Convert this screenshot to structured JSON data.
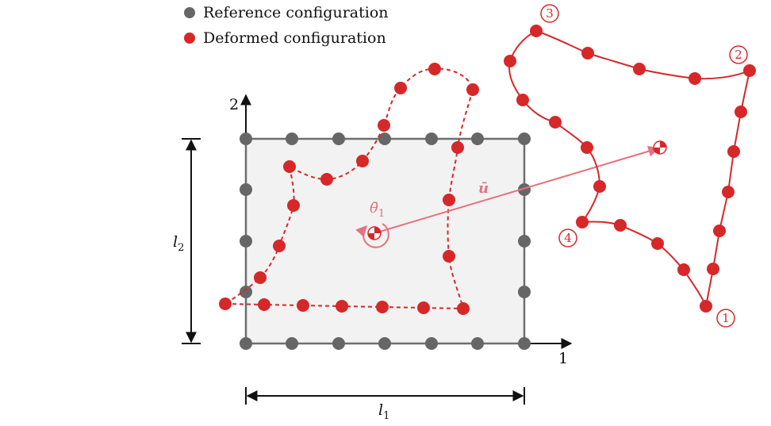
{
  "legend": {
    "reference_label": "Reference configuration",
    "deformed_label": "Deformed configuration"
  },
  "axes": {
    "axis_1_label": "1",
    "axis_2_label": "2"
  },
  "dimensions": {
    "l1_symbol": "l",
    "l1_subscript": "1",
    "l2_symbol": "l",
    "l2_subscript": "2"
  },
  "annotations": {
    "rotation_symbol": "θ̄",
    "rotation_subscript": "1",
    "displacement_symbol": "ū"
  },
  "corner_markers": [
    "1",
    "2",
    "3",
    "4"
  ],
  "colors": {
    "reference": "#666666",
    "deformed": "#d62829",
    "annotation": "#e8707f",
    "domain_fill": "#f2f2f2"
  }
}
